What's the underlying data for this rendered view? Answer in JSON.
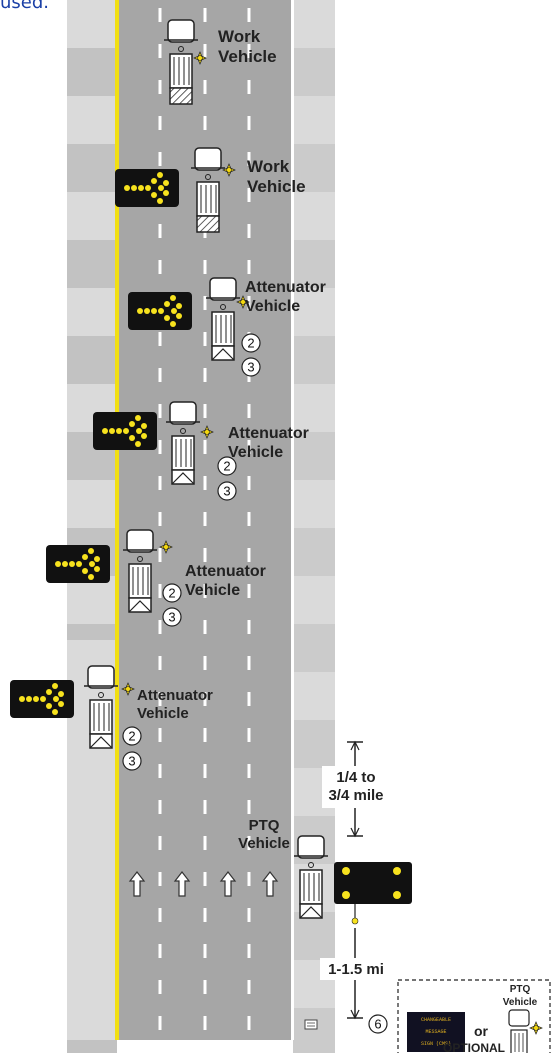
{
  "top_note": "used.",
  "labels": {
    "work_vehicle_1": [
      "Work",
      "Vehicle"
    ],
    "work_vehicle_2": [
      "Work",
      "Vehicle"
    ],
    "attenuator_1": [
      "Attenuator",
      "Vehicle"
    ],
    "attenuator_2": [
      "Attenuator",
      "Vehicle"
    ],
    "attenuator_3": [
      "Attenuator",
      "Vehicle"
    ],
    "attenuator_4": [
      "Attenuator",
      "Vehicle"
    ],
    "ptq": [
      "PTQ",
      "Vehicle"
    ],
    "optional_ptq": [
      "PTQ",
      "Vehicle"
    ]
  },
  "note_numbers": {
    "attenuator_notes": [
      "2",
      "3"
    ],
    "end_note": "6"
  },
  "dimensions": {
    "upper": [
      "1/4 to",
      "3/4 mile"
    ],
    "lower": "1-1.5 mi"
  },
  "optional_box": {
    "cms_lines": [
      "CHANGEABLE",
      "MESSAGE",
      "SIGN (CMS)"
    ],
    "or_text": "or",
    "caption": "OPTIONAL"
  },
  "colors": {
    "pavement": "#a6a6a6",
    "shoulder_light": "#dadada",
    "shoulder_dark": "#c2c2c2",
    "edge_line": "#f1df12",
    "lane_line": "#ffffff",
    "arrow_lamp": "#f7e21e",
    "sign_board": "#111111"
  },
  "icons": [
    "truck-icon",
    "arrow-board-icon",
    "beacon-icon",
    "lane-arrow-icon",
    "sign-icon"
  ]
}
